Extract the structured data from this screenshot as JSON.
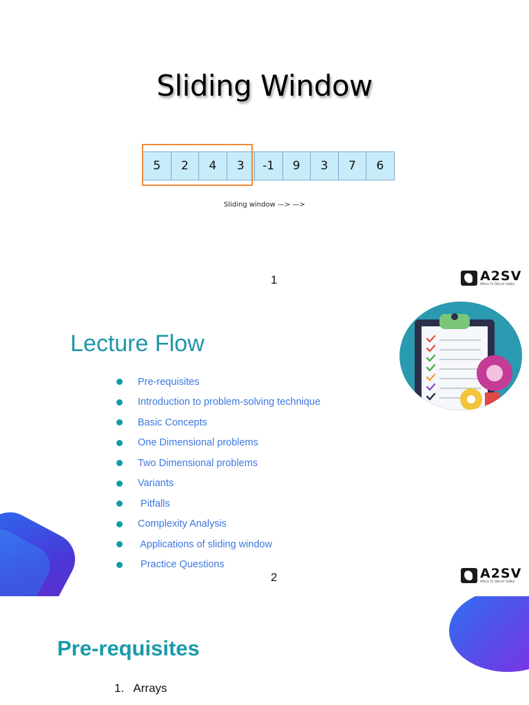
{
  "slide1": {
    "title": "Sliding Window",
    "array": [
      "5",
      "2",
      "4",
      "3",
      "-1",
      "9",
      "3",
      "7",
      "6"
    ],
    "caption": "Sliding window —> —>",
    "page_number": "1"
  },
  "logo": {
    "word": "A2SV",
    "tagline": "Africa To Silicon Valley"
  },
  "slide2": {
    "title": "Lecture Flow",
    "items": [
      "Pre-requisites",
      "Introduction to problem-solving technique",
      "Basic Concepts",
      "One Dimensional problems",
      "Two Dimensional problems",
      "Variants",
      " Pitfalls",
      "Complexity Analysis",
      " Applications of sliding window",
      " Practice Questions"
    ],
    "page_number": "2"
  },
  "slide3": {
    "title": "Pre-requisites",
    "list": [
      "1.   Arrays"
    ]
  },
  "colors": {
    "teal_title": "#1f96a8",
    "bullet_text": "#3d78e0",
    "window_border": "#ef8a3a",
    "cell_fill": "#c9ecfa"
  }
}
